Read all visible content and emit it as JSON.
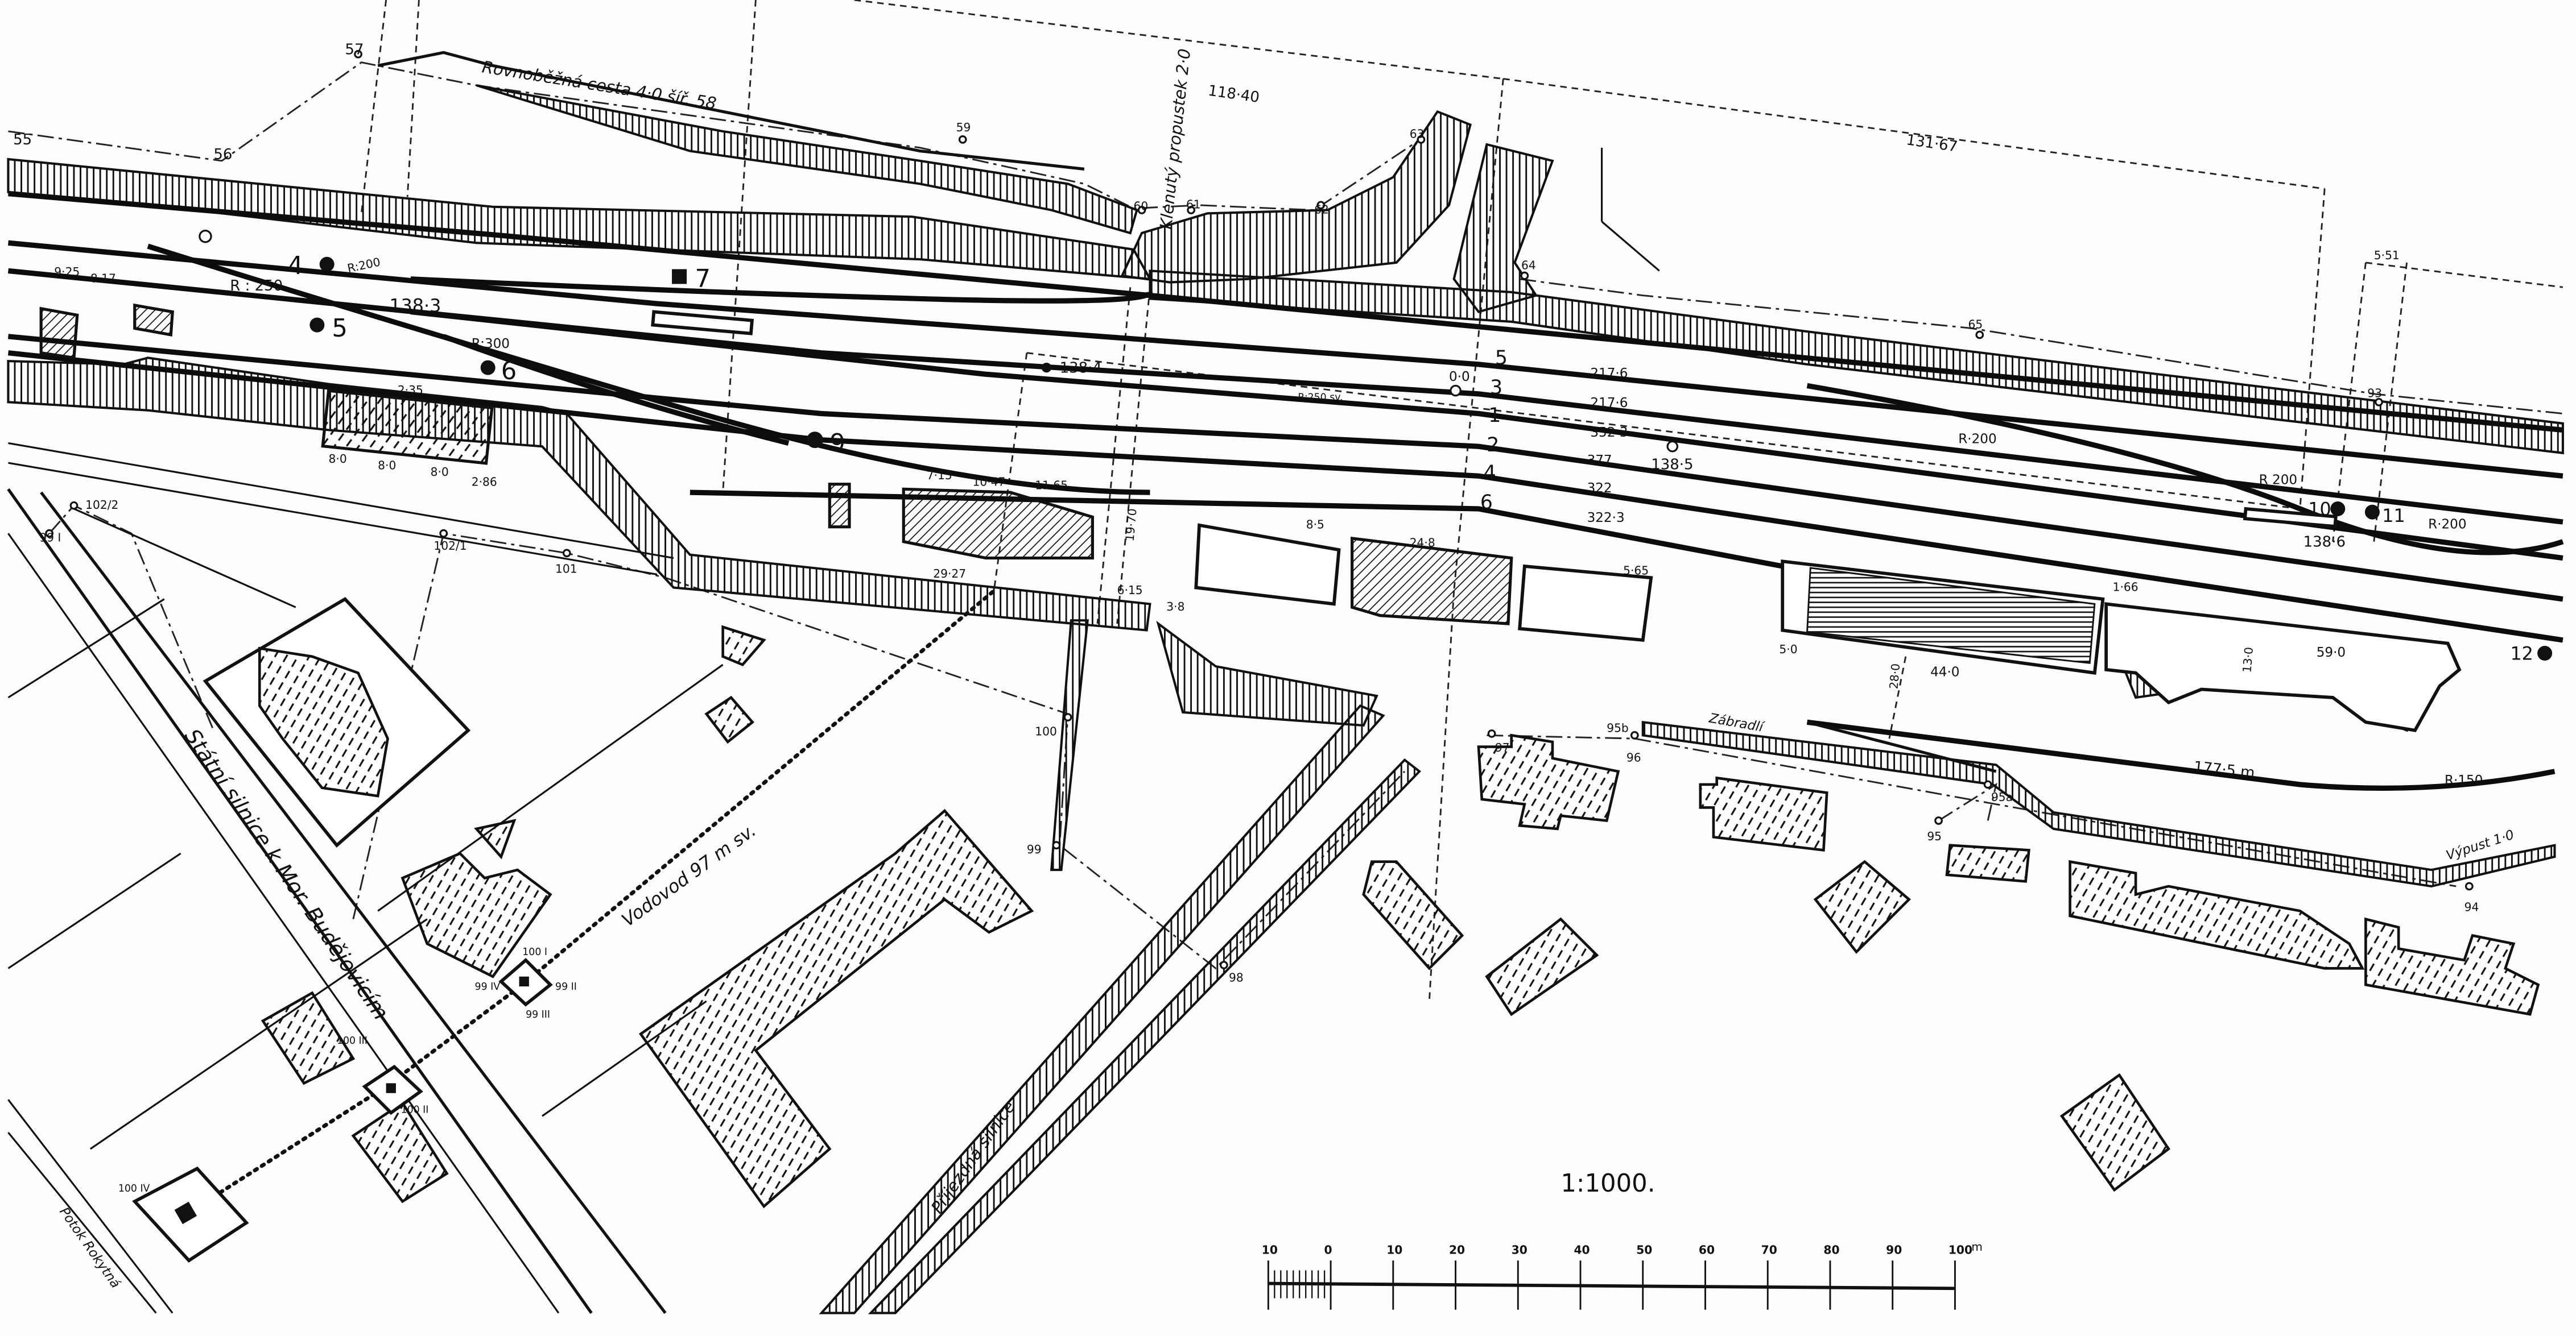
{
  "scale": {
    "ratio": "1:1000.",
    "unit": "m",
    "ticks": [
      -10,
      0,
      10,
      20,
      30,
      40,
      50,
      60,
      70,
      80,
      90,
      100
    ],
    "tick_labels": [
      "10",
      "0",
      "10",
      "20",
      "30",
      "40",
      "50",
      "60",
      "70",
      "80",
      "90",
      "100"
    ]
  },
  "roads": {
    "parallel_road": "Rovnoběžná cesta 4·0 šíř. 58",
    "culvert": "Klenutý propustek 2·0",
    "state_road": "Státní silnice k Mor. Budějovicím",
    "access_road": "Příjezdná silnice",
    "water_main": "Vodovod 97 m sv.",
    "stream": "Potok Rokytná",
    "railing": "Zábradlí",
    "outlet": "Výpust 1·0"
  },
  "dimensions": {
    "d11840": "118·40",
    "d13167": "131·67",
    "d551": "5·51",
    "d925": "9·25",
    "d817": "8·17",
    "d235": "2·35",
    "d80a": "8·0",
    "d80b": "8·0",
    "d80c": "8·0",
    "d286": "2·86",
    "d715": "7·15",
    "d1047": "10·47",
    "d1165": "11·65",
    "d2927": "29·27",
    "d1970": "19·70",
    "d2176a": "217·6",
    "d2176b": "217·6",
    "d3523": "352·3",
    "d377": "377",
    "d322": "322",
    "d3223": "322·3",
    "d248": "24·8",
    "d565": "5·65",
    "d440": "44·0",
    "d280": "28·0",
    "d590": "59·0",
    "d130": "13·0",
    "d1775": "177·5 m",
    "d38": "3·8",
    "d615": "6·15",
    "d50": "5·0",
    "d166": "1·66",
    "d85": "8·5"
  },
  "radii": {
    "r200a": "R:200",
    "r250": "R : 250",
    "r300": "R:300",
    "r200b": "R·200",
    "r200c": "R 200",
    "r200d": "R·200",
    "r150": "R·150",
    "rtrack": "R:250 sv."
  },
  "elevations": {
    "e1383": "138·3",
    "e1384": "138·4",
    "e1385": "138·5",
    "e1386": "138·6",
    "e00": "0·0"
  },
  "tracks": [
    "5",
    "3",
    "1",
    "2",
    "4",
    "6"
  ],
  "signals": [
    "4",
    "5",
    "6",
    "7",
    "9",
    "10",
    "11",
    "12"
  ],
  "points": [
    "55",
    "56",
    "57",
    "59",
    "60",
    "61",
    "62",
    "63",
    "64",
    "65",
    "93",
    "94",
    "95",
    "95a",
    "95b",
    "96",
    "97",
    "98",
    "99",
    "100",
    "101",
    "102/1",
    "102/2",
    "99 I",
    "99 II",
    "99 III",
    "99 IV",
    "100 I",
    "100 II",
    "100 III",
    "100 IV"
  ]
}
